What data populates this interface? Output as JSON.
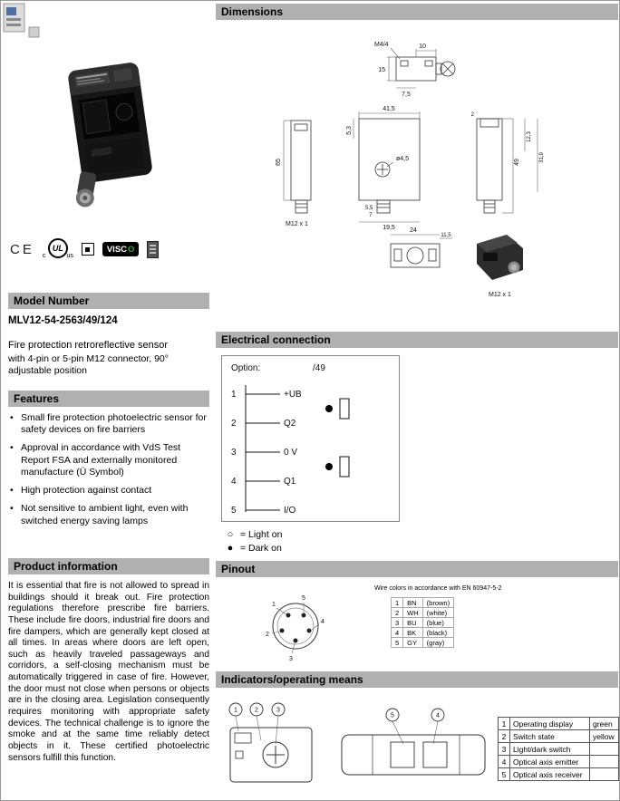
{
  "colors": {
    "header_bar": "#b0b0b0",
    "visco_green": "#2fa33c",
    "status_green": "green",
    "status_yellow": "yellow"
  },
  "left": {
    "model_number": {
      "header": "Model Number",
      "model": "MLV12-54-2563/49/124",
      "description": "Fire protection retroreflective sensor",
      "subdescription": "with 4-pin or 5-pin M12 connector, 90° adjustable position"
    },
    "features": {
      "header": "Features",
      "items": [
        "Small fire protection photoelectric sensor for safety devices on fire barriers",
        "Approval in accordance with VdS Test Report FSA and externally monitored manufacture (Ü Symbol)",
        "High protection against contact",
        "Not sensitive to ambient light, even with switched energy saving lamps"
      ]
    },
    "product_information": {
      "header": "Product information",
      "body": "It is essential that fire is not allowed to spread in buildings should it break out. Fire protection regulations therefore prescribe fire barriers. These include fire doors, industrial fire doors and fire dampers, which are generally kept closed at all times. In areas where doors are left open, such as heavily traveled passageways and corridors, a self-closing mechanism must be automatically triggered in case of fire. However, the door must not close when persons or objects are in the closing area. Legislation consequently requires monitoring with appropriate safety devices. The technical challenge is to ignore the smoke and at the same time reliably detect objects in it. These certified photoelectric sensors fulfill this function."
    },
    "certifications": {
      "ce": "CE",
      "ul_c": "c",
      "ul": "UL",
      "ul_us": "us",
      "visco": "VISC",
      "visco_o": "O"
    }
  },
  "dimensions": {
    "header": "Dimensions",
    "labels": {
      "m4": "M4/4",
      "d10": "10",
      "d15": "15",
      "d75": "7,5",
      "d415": "41,5",
      "d65": "65",
      "d53": "5,3",
      "d45": "ø4,5",
      "d55": "5,5",
      "d7": "7",
      "d195": "19,5",
      "m12a": "M12 x 1",
      "d49": "49",
      "d2": "2",
      "d123": "12,3",
      "d319": "31,9",
      "d24": "24",
      "d115": "11,5",
      "m12b": "M12 x 1"
    }
  },
  "electrical": {
    "header": "Electrical connection",
    "option_label": "Option:",
    "option_value": "/49",
    "pins": [
      {
        "num": "1",
        "label": "+UB"
      },
      {
        "num": "2",
        "label": "Q2"
      },
      {
        "num": "3",
        "label": "0 V"
      },
      {
        "num": "4",
        "label": "Q1"
      },
      {
        "num": "5",
        "label": "I/O"
      }
    ],
    "legend": [
      {
        "symbol": "○",
        "text": "= Light on"
      },
      {
        "symbol": "●",
        "text": "= Dark on"
      }
    ]
  },
  "pinout": {
    "header": "Pinout",
    "note": "Wire colors in accordance with EN 60947-5-2",
    "pins": [
      "1",
      "2",
      "3",
      "4",
      "5"
    ],
    "table": [
      {
        "num": "1",
        "code": "BN",
        "name": "(brown)"
      },
      {
        "num": "2",
        "code": "WH",
        "name": "(white)"
      },
      {
        "num": "3",
        "code": "BU",
        "name": "(blue)"
      },
      {
        "num": "4",
        "code": "BK",
        "name": "(black)"
      },
      {
        "num": "5",
        "code": "GY",
        "name": "(gray)"
      }
    ]
  },
  "indicators": {
    "header": "Indicators/operating means",
    "callouts_left": [
      "1",
      "2",
      "3"
    ],
    "callouts_right": [
      "5",
      "4"
    ],
    "table": [
      {
        "num": "1",
        "label": "Operating display",
        "value": "green"
      },
      {
        "num": "2",
        "label": "Switch state",
        "value": "yellow"
      },
      {
        "num": "3",
        "label": "Light/dark switch",
        "value": ""
      },
      {
        "num": "4",
        "label": "Optical axis emitter",
        "value": ""
      },
      {
        "num": "5",
        "label": "Optical axis receiver",
        "value": ""
      }
    ]
  }
}
